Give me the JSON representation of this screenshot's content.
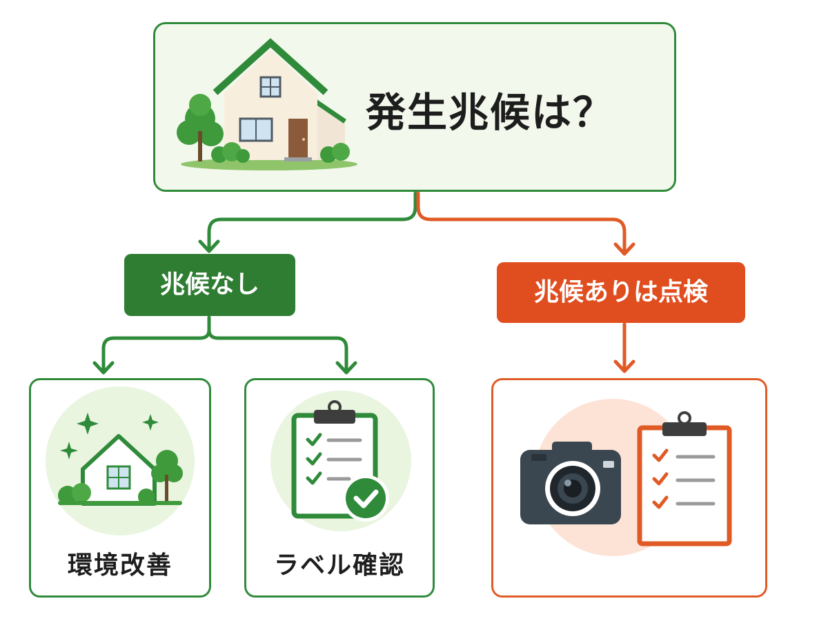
{
  "title": "発生兆候は？",
  "branch_none": {
    "label": "兆候なし",
    "children": [
      {
        "label": "環境改善"
      },
      {
        "label": "ラベル確認"
      }
    ]
  },
  "branch_present": {
    "label": "兆候ありは点検"
  },
  "colors": {
    "green": "#2e7d32",
    "orange": "#e04e1f",
    "top_box_fill": "#f2f8ec"
  }
}
